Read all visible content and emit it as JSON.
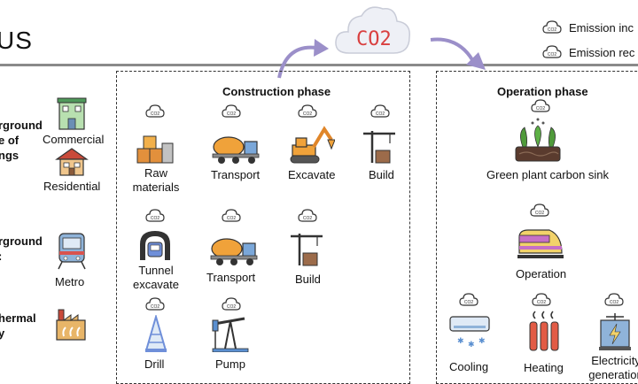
{
  "header": {
    "title_fragment": "US",
    "co2_label": "CO2"
  },
  "legend": [
    {
      "label": "Emission inc"
    },
    {
      "label": "Emission rec"
    }
  ],
  "left": {
    "group1_lines": [
      "rground",
      "e of",
      "ngs"
    ],
    "group2_lines": [
      "rground",
      ":"
    ],
    "group3_lines": [
      "hermal",
      "y"
    ],
    "commercial": "Commercial",
    "residential": "Residential",
    "metro": "Metro"
  },
  "construction": {
    "title": "Construction phase",
    "row1": [
      "Raw\nmaterials",
      "Transport",
      "Excavate",
      "Build"
    ],
    "row2": [
      "Tunnel\nexcavate",
      "Transport",
      "Build"
    ],
    "row3": [
      "Drill",
      "Pump"
    ]
  },
  "operation": {
    "title": "Operation phase",
    "sink": "Green plant carbon sink",
    "operation": "Operation",
    "cooling": "Cooling",
    "heating": "Heating",
    "electricity": "Electricity\ngeneration"
  },
  "colors": {
    "arrow": "#9b8fc9",
    "co2": "#d94040",
    "rule": "#8a8a8a"
  }
}
